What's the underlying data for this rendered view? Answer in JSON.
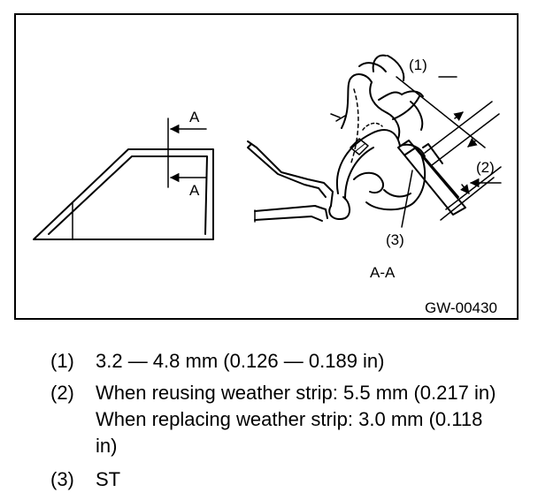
{
  "figure": {
    "code": "GW-00430",
    "section_marker": "A",
    "section_label": "A-A",
    "callouts": [
      "(1)",
      "(2)",
      "(3)"
    ]
  },
  "legend": [
    {
      "num": "(1)",
      "lines": [
        "3.2 — 4.8 mm (0.126 — 0.189 in)"
      ]
    },
    {
      "num": "(2)",
      "lines": [
        "When reusing weather strip: 5.5 mm (0.217 in)",
        "When replacing weather strip: 3.0 mm (0.118",
        "in)"
      ]
    },
    {
      "num": "(3)",
      "lines": [
        "ST"
      ]
    }
  ]
}
